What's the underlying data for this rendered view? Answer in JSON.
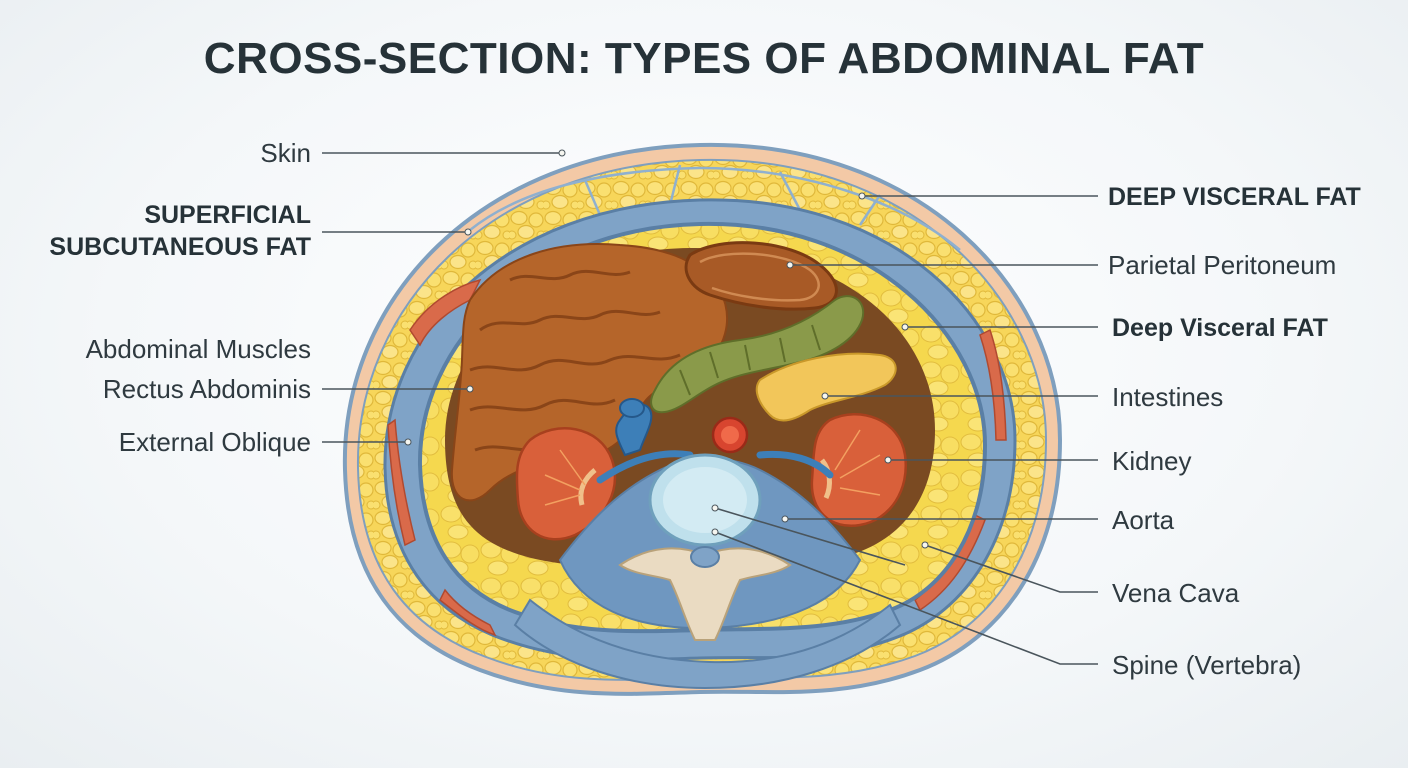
{
  "title": "CROSS-SECTION: TYPES OF ABDOMINAL FAT",
  "labels": {
    "skin": "Skin",
    "superficial_line1": "SUPERFICIAL",
    "superficial_line2": "SUBCUTANEOUS FAT",
    "abdominal_muscles": "Abdominal Muscles",
    "rectus_abdominis": "Rectus Abdominis",
    "external_oblique": "External Oblique",
    "deep_visceral_fat_caps": "DEEP VISCERAL FAT",
    "parietal_peritoneum": "Parietal Peritoneum",
    "deep_visceral_fat_mixed": "Deep Visceral FAT",
    "intestines": "Intestines",
    "kidney": "Kidney",
    "aorta": "Aorta",
    "vena_cava": "Vena Cava",
    "spine": "Spine (Vertebra)"
  },
  "colors": {
    "skin": "#f3c9a6",
    "subcutaneous_fat": "#f7d65a",
    "muscle_wall": "#7fa3c7",
    "visceral_fat": "#f5d84e",
    "liver": "#b5652a",
    "intestine": "#8a9a4a",
    "kidney": "#d9603a",
    "aorta": "#d8452f",
    "vena_cava": "#3d7fb8",
    "vertebra": "#bfe0ec",
    "bone": "#eadbc2"
  }
}
